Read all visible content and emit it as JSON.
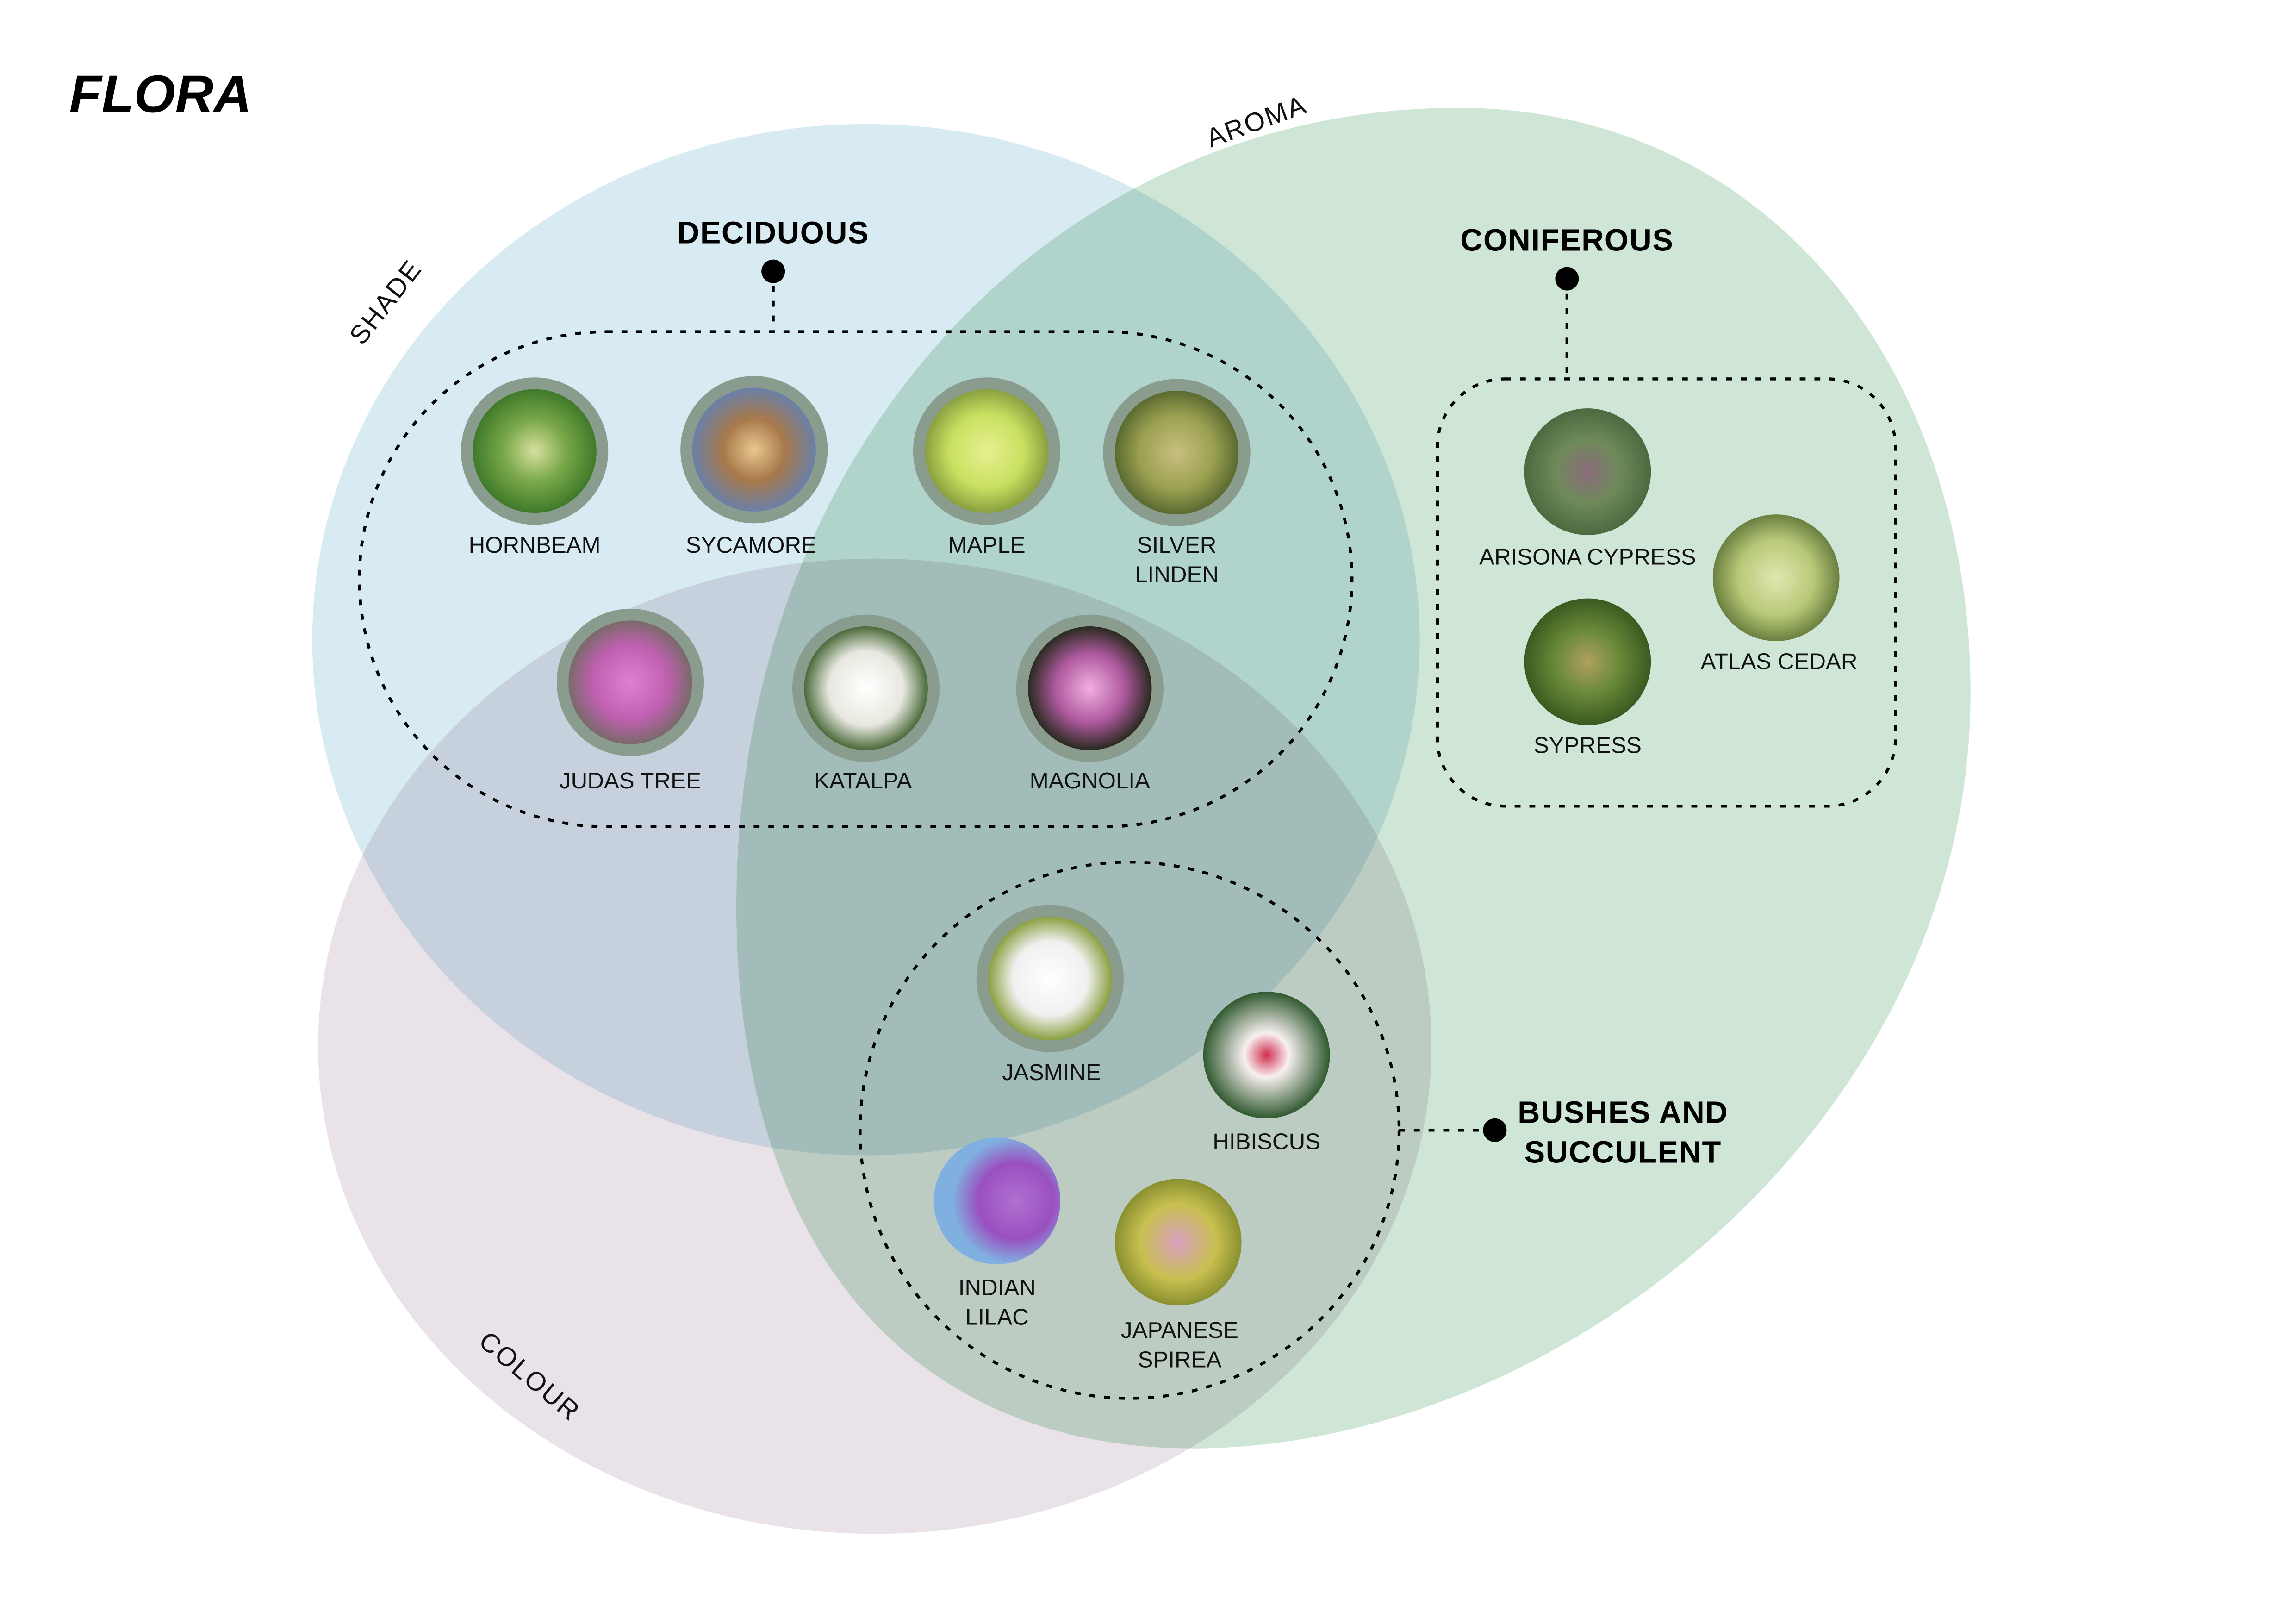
{
  "title": "FLORA",
  "sets": {
    "shade": {
      "label": "SHADE",
      "color": "#d9ebf2"
    },
    "aroma": {
      "label": "AROMA",
      "color": "#cfe6d6"
    },
    "colour": {
      "label": "COLOUR",
      "color": "#e9e3e9"
    }
  },
  "groups": {
    "deciduous": {
      "label": "DECIDUOUS",
      "plants": [
        {
          "name": "HORNBEAM",
          "color": "#7aa84a"
        },
        {
          "name": "SYCAMORE",
          "color": "#a8794a"
        },
        {
          "name": "MAPLE",
          "color": "#c8e060"
        },
        {
          "name": "SILVER",
          "name2": "LINDEN",
          "color": "#9aa050"
        },
        {
          "name": "JUDAS TREE",
          "color": "#c060b0"
        },
        {
          "name": "KATALPA",
          "color": "#e8e8e0"
        },
        {
          "name": "MAGNOLIA",
          "color": "#b05aa0"
        }
      ]
    },
    "coniferous": {
      "label": "CONIFEROUS",
      "plants": [
        {
          "name": "ARISONA CYPRESS",
          "color": "#6f8a5a"
        },
        {
          "name": "ATLAS CEDAR",
          "color": "#b8c878"
        },
        {
          "name": "SYPRESS",
          "color": "#6a8a3a"
        }
      ]
    },
    "bushes": {
      "label_line1": "BUSHES AND",
      "label_line2": "SUCCULENT",
      "plants": [
        {
          "name": "JASMINE",
          "color": "#f0f0f0"
        },
        {
          "name": "HIBISCUS",
          "color": "#f0d8dc"
        },
        {
          "name": "INDIAN",
          "name2": "LILAC",
          "color": "#9a50c0"
        },
        {
          "name": "JAPANESE",
          "name2": "SPIREA",
          "color": "#c8c050"
        }
      ]
    }
  }
}
